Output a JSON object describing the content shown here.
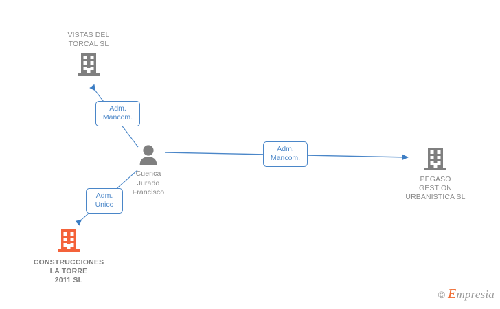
{
  "diagram": {
    "type": "corporate-relationship-graph",
    "colors": {
      "entity_gray": "#7f7f7f",
      "entity_highlight_orange": "#f4623a",
      "edge_blue": "#4a86c8",
      "label_text_gray": "#8a8a8a"
    },
    "nodes": [
      {
        "id": "vistas-del-torcal",
        "kind": "company",
        "icon": "building-icon",
        "label": "VISTAS DEL\nTORCAL SL",
        "highlighted": false
      },
      {
        "id": "cuenca-jurado-francisco",
        "kind": "person",
        "icon": "person-icon",
        "label": "Cuenca\nJurado\nFrancisco",
        "highlighted": false
      },
      {
        "id": "pegaso-gestion-urbanistica",
        "kind": "company",
        "icon": "building-icon",
        "label": "PEGASO\nGESTION\nURBANISTICA SL",
        "highlighted": false
      },
      {
        "id": "construcciones-la-torre-2011",
        "kind": "company",
        "icon": "building-icon",
        "label": "CONSTRUCCIONES\nLA TORRE\n2011 SL",
        "highlighted": true
      }
    ],
    "edges": [
      {
        "id": "edge-to-vistas",
        "from": "cuenca-jurado-francisco",
        "to": "vistas-del-torcal",
        "label": "Adm.\nMancom."
      },
      {
        "id": "edge-to-pegaso",
        "from": "cuenca-jurado-francisco",
        "to": "pegaso-gestion-urbanistica",
        "label": "Adm.\nMancom."
      },
      {
        "id": "edge-to-construcciones",
        "from": "cuenca-jurado-francisco",
        "to": "construcciones-la-torre-2011",
        "label": "Adm.\nUnico"
      }
    ]
  },
  "watermark": {
    "copyright_symbol": "©",
    "brand_first_letter": "E",
    "brand_rest": "mpresia"
  }
}
